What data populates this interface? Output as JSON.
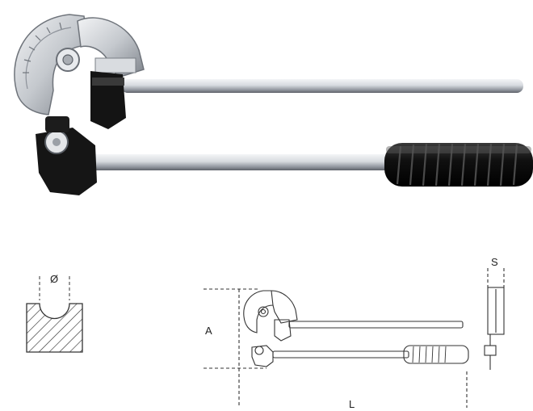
{
  "labels": {
    "diameter": "Ø",
    "thickness": "S",
    "height": "A",
    "length": "L"
  },
  "colors": {
    "background": "#ffffff",
    "steel": "#c9ccd1",
    "handle_black": "#141414",
    "drawing_line": "#333333"
  }
}
